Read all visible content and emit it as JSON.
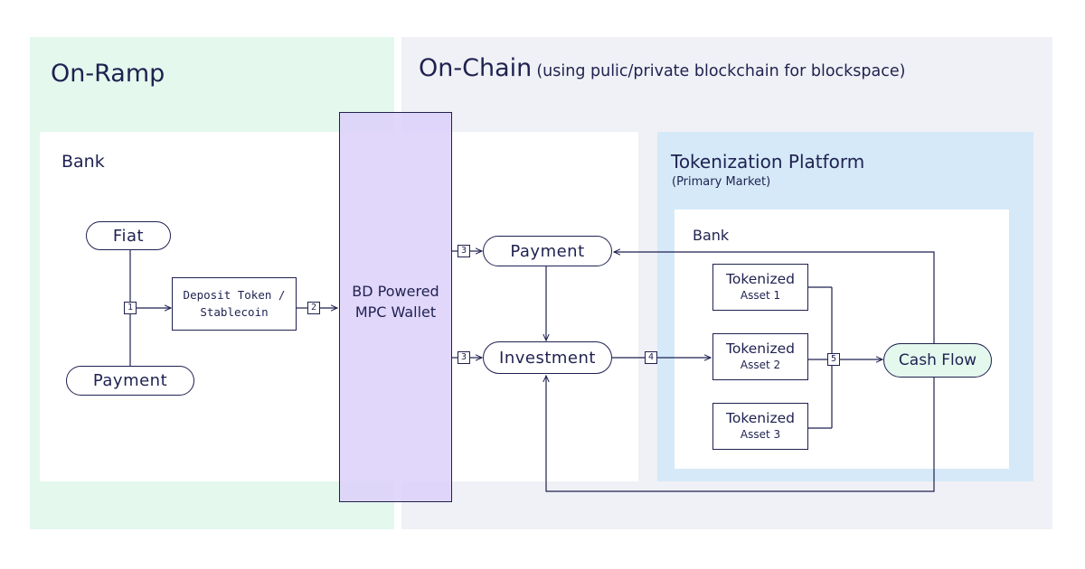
{
  "on_ramp": {
    "title": "On-Ramp",
    "bank_label": "Bank",
    "fiat": "Fiat",
    "payment": "Payment",
    "deposit_line1": "Deposit Token /",
    "deposit_line2": "Stablecoin"
  },
  "on_chain": {
    "title": "On-Chain",
    "subtitle": "(using pulic/private blockchain for blockspace)",
    "payment": "Payment",
    "investment": "Investment"
  },
  "wallet": {
    "line1": "BD Powered",
    "line2": "MPC Wallet"
  },
  "tokenization": {
    "title": "Tokenization Platform",
    "subtitle": "(Primary Market)",
    "bank_label": "Bank",
    "assets": [
      {
        "title": "Tokenized",
        "sub": "Asset 1"
      },
      {
        "title": "Tokenized",
        "sub": "Asset 2"
      },
      {
        "title": "Tokenized",
        "sub": "Asset 3"
      }
    ],
    "cash_flow": "Cash Flow"
  },
  "steps": [
    "1",
    "2",
    "3",
    "3",
    "4",
    "5"
  ],
  "colors": {
    "ink": "#1f2150",
    "on_ramp_bg": "#e4f8ee",
    "on_chain_bg": "#f0f1f6",
    "tokenization_bg": "#d5e9f8",
    "wallet_bg": "#dcd0fa"
  }
}
